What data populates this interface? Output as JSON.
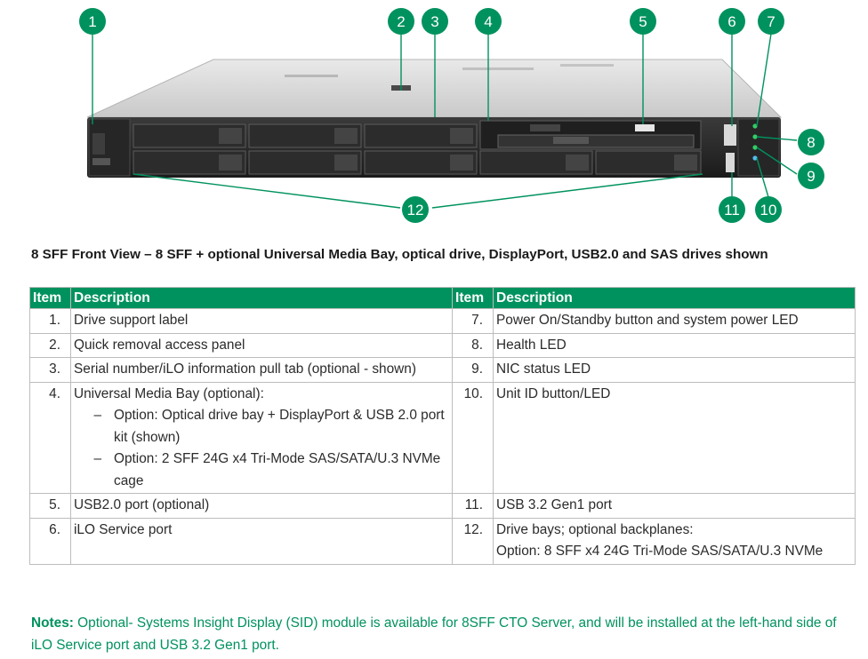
{
  "figure": {
    "callouts": [
      "1",
      "2",
      "3",
      "4",
      "5",
      "6",
      "7",
      "8",
      "9",
      "10",
      "11",
      "12"
    ],
    "colors": {
      "callout_fill": "#00925e",
      "callout_line": "#00925e",
      "accent": "#00925e"
    }
  },
  "caption": "8 SFF Front View – 8 SFF + optional Universal Media Bay, optical drive, DisplayPort, USB2.0 and SAS drives shown",
  "table": {
    "headers": {
      "item": "Item",
      "description": "Description"
    },
    "rows": [
      {
        "left": {
          "item": "1.",
          "desc": "Drive support label"
        },
        "right": {
          "item": "7.",
          "desc": "Power On/Standby button and system power LED"
        }
      },
      {
        "left": {
          "item": "2.",
          "desc": "Quick removal access panel"
        },
        "right": {
          "item": "8.",
          "desc": "Health LED"
        }
      },
      {
        "left": {
          "item": "3.",
          "desc": "Serial number/iLO information pull tab (optional - shown)"
        },
        "right": {
          "item": "9.",
          "desc": "NIC status LED"
        }
      },
      {
        "left": {
          "item": "4.",
          "desc": "Universal Media Bay (optional):",
          "subitems": [
            {
              "dash": "–",
              "text": "Option: Optical drive bay + DisplayPort & USB 2.0 port kit (shown)"
            },
            {
              "dash": "–",
              "text": "Option: 2 SFF 24G x4 Tri-Mode SAS/SATA/U.3 NVMe cage"
            }
          ]
        },
        "right": {
          "item": "10.",
          "desc": "Unit ID button/LED"
        }
      },
      {
        "left": {
          "item": "5.",
          "desc": "USB2.0 port (optional)"
        },
        "right": {
          "item": "11.",
          "desc": "USB 3.2 Gen1 port"
        }
      },
      {
        "left": {
          "item": "6.",
          "desc": "iLO Service port"
        },
        "right": {
          "item": "12.",
          "desc": "Drive bays; optional backplanes:",
          "desc2": "Option: 8 SFF x4 24G Tri-Mode SAS/SATA/U.3 NVMe"
        }
      }
    ]
  },
  "notes": {
    "label": "Notes:",
    "text": " Optional- Systems Insight Display (SID) module is available for 8SFF CTO Server, and will be installed at the left-hand side of iLO Service port and USB 3.2 Gen1 port."
  }
}
